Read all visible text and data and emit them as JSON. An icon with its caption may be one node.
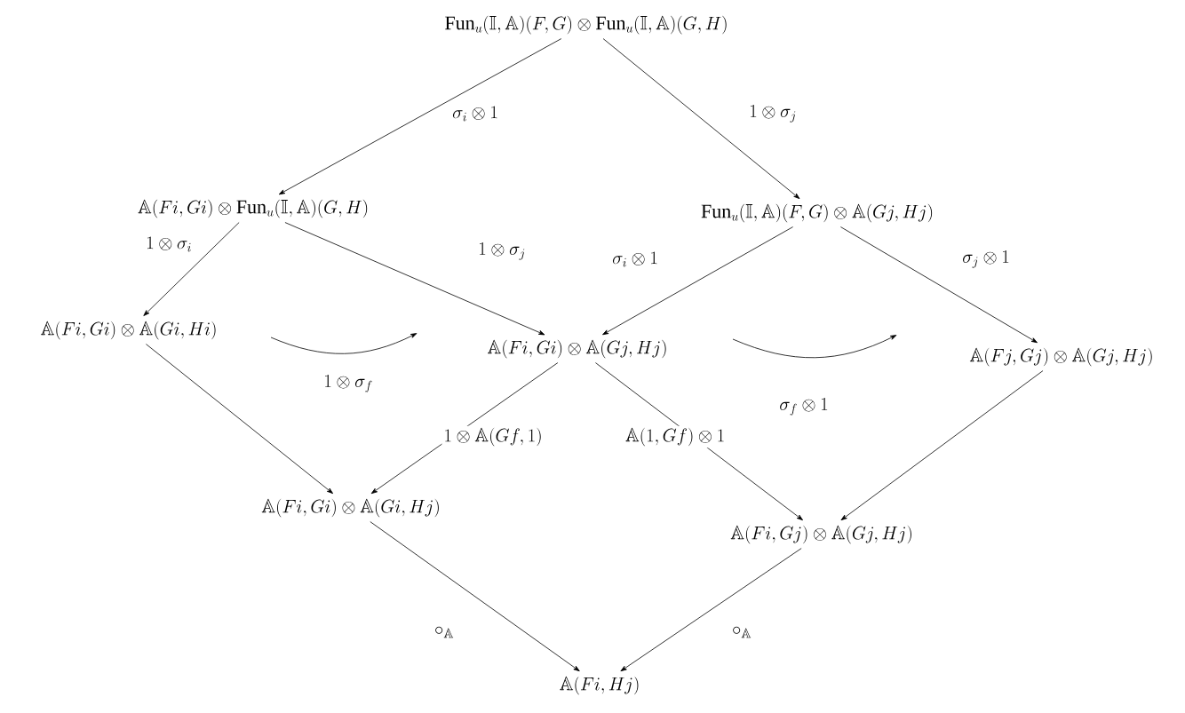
{
  "diagram": {
    "nodes": [
      {
        "text": [
          "\\mathrm{Fun}_u(\\mathbb{I},\\mathbb{A})(F,G)\\otimes\\mathrm{Fun}_u(\\mathbb{I},\\mathbb{A})(G,H)"
        ]
      },
      {
        "text": [
          "\\mathbb{A}(Fi,Gi)\\otimes\\mathrm{Fun}_u(\\mathbb{I},\\mathbb{A})(G,H)"
        ]
      },
      {
        "text": [
          "\\mathrm{Fun}_u(\\mathbb{I},\\mathbb{A})(F,G)\\otimes\\mathbb{A}(Gj,Hj)"
        ]
      },
      {
        "text": [
          "\\mathbb{A}(Fi,Gi)\\otimes\\mathbb{A}(Gi,Hi)"
        ]
      },
      {
        "text": [
          "\\mathbb{A}(Fi,Gi)\\otimes\\mathbb{A}(Gj,Hj)"
        ]
      },
      {
        "text": [
          "\\mathbb{A}(Fj,Gj)\\otimes\\mathbb{A}(Gj,Hj)"
        ]
      },
      {
        "text": [
          "\\mathbb{A}(Fi,Gi)\\otimes\\mathbb{A}(Gi,Hj)"
        ]
      },
      {
        "text": [
          "\\mathbb{A}(Fi,Gj)\\otimes\\mathbb{A}(Gj,Hj)"
        ]
      },
      {
        "text": [
          "\\mathbb{A}(Fi,Hj)"
        ]
      }
    ],
    "edges": [
      {
        "from": 0,
        "to": 1,
        "arrow": "to",
        "label": "\\sigma_i\\otimes 1"
      },
      {
        "from": 0,
        "to": 2,
        "arrow": "to",
        "label": "1\\otimes\\sigma_j"
      },
      {
        "from": 1,
        "to": 3,
        "arrow": "to",
        "label": "1\\otimes\\sigma_i"
      },
      {
        "from": 1,
        "to": 4,
        "arrow": "to",
        "label": "1\\otimes\\sigma_j"
      },
      {
        "from": 2,
        "to": 4,
        "arrow": "to",
        "label": "\\sigma_i\\otimes 1"
      },
      {
        "from": 2,
        "to": 5,
        "arrow": "to",
        "label": "\\sigma_j\\otimes 1"
      },
      {
        "from": 3,
        "to": 6,
        "arrow": "to"
      },
      {
        "from": 4,
        "to": 6,
        "arrow": "to",
        "label": "1\\otimes\\mathbb{A}(Gf,1)"
      },
      {
        "from": 4,
        "to": 7,
        "arrow": "to",
        "label": "\\mathbb{A}(1,Gf)\\otimes 1"
      },
      {
        "from": 5,
        "to": 7,
        "arrow": "to"
      },
      {
        "from": 6,
        "to": 8,
        "arrow": "to",
        "label": "\\circ_{\\mathbb{A}}"
      },
      {
        "from": 7,
        "to": 8,
        "arrow": "to",
        "label": "\\circ_{\\mathbb{A}}"
      }
    ],
    "labels": [
      "1\\otimes\\sigma_f",
      "\\sigma_f\\otimes 1"
    ]
  }
}
